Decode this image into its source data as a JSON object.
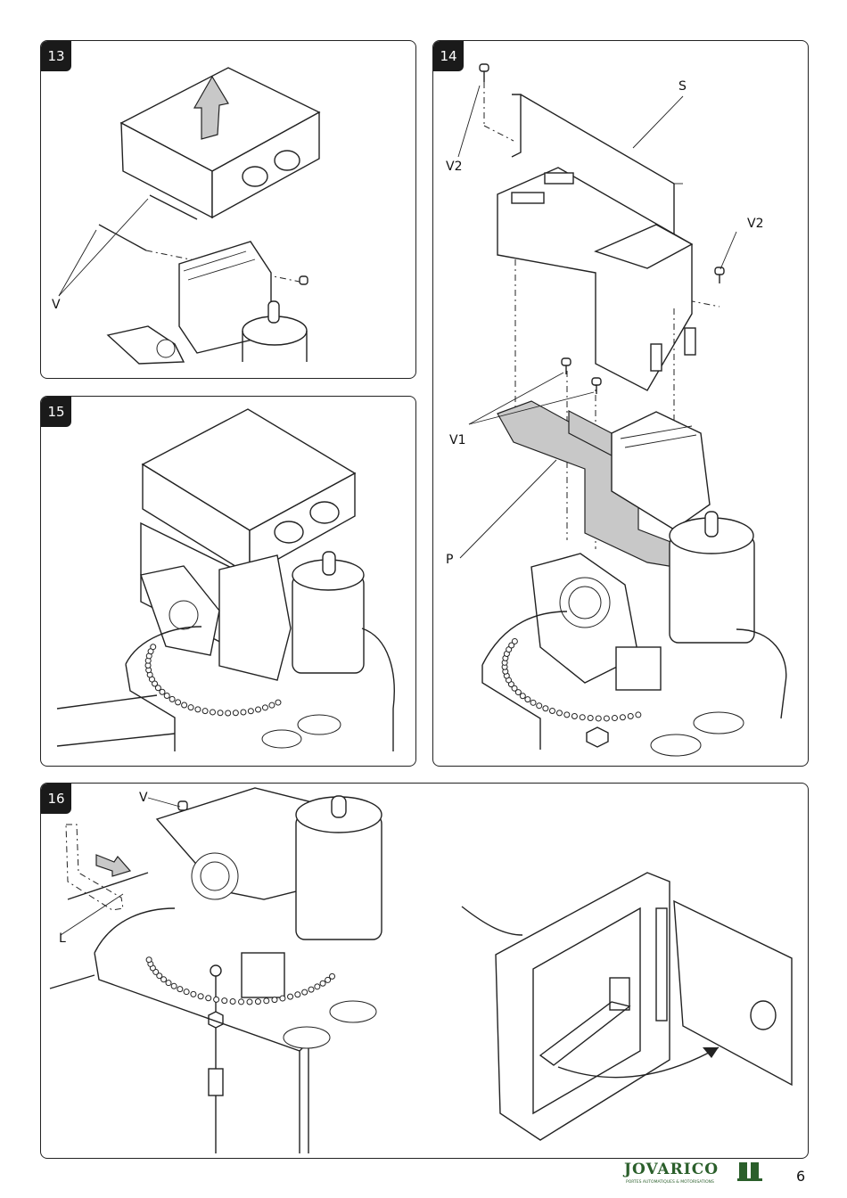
{
  "steps": [
    {
      "number": "13",
      "labels": {
        "v": "V"
      }
    },
    {
      "number": "14",
      "labels": {
        "s": "S",
        "v2a": "V2",
        "v2b": "V2",
        "v1": "V1",
        "p": "P"
      }
    },
    {
      "number": "15",
      "labels": {}
    },
    {
      "number": "16",
      "labels": {
        "v": "V",
        "l": "L"
      }
    }
  ],
  "footer": {
    "brand": "JOVARICO",
    "tagline": "PORTES AUTOMATIQUES & MOTORISATIONS",
    "page_number": "6"
  }
}
